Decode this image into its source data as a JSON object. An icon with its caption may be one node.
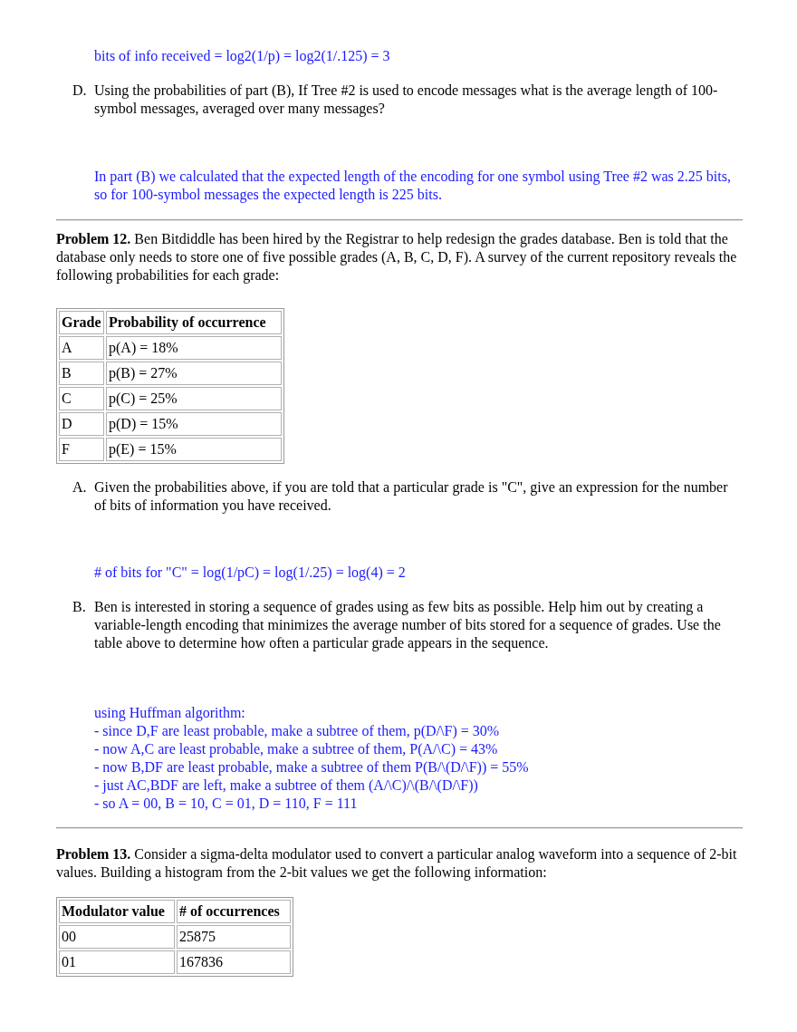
{
  "diagram": {
    "labels": [
      "bits of info received = log2(1/p) = log2(1/.125) = 3",
      "D.",
      "Using the probabilities of part (B), If Tree #2 is used to encode messages what is the average length of 100-symbol messages, averaged over many messages?",
      "In part (B) we calculated that the expected length of the encoding for one symbol using Tree #2 was 2.25 bits, so for 100-symbol messages the expected length is 225 bits.",
      "**Problem 12.** Ben Bitdiddle has been hired by the Registrar to help redesign the grades database. Ben is told that the database only needs to store one of five possible grades (A, B, C, D, F). A survey of the current repository reveals the following probabilities for each grade:",
      "Grade",
      "Probability of occurrence",
      "A",
      "p(A) = 18%",
      "B",
      "p(B) = 27%",
      "C",
      "p(C) = 25%",
      "D",
      "p(D) = 15%",
      "F",
      "p(E) = 15%",
      "A.",
      "Given the probabilities above, if you are told that a particular grade is \"C\", give an expression for the number of bits of information you have received.",
      "# of bits for \"C\" = log(1/pC) = log(1/.25) = log(4) = 2",
      "B.",
      "Ben is interested in storing a sequence of grades using as few bits as possible. Help him out by creating a variable-length encoding that minimizes the average number of bits stored for a sequence of grades. Use the table above to determine how often a particular grade appears in the sequence.",
      "using Huffman algorithm:",
      "- since D,F are least probable, make a subtree of them, p(D/\\F) = 30%",
      "- now A,C are least probable, make a subtree of them, P(A/\\C) = 43%",
      "- now B,DF are least probable, make a subtree of them P(B/\\(D/\\F)) = 55%",
      "- just AC,BDF are left, make a subtree of them (A/\\C)/\\(B/\\(D/\\F))",
      "- so A = 00, B = 10, C = 01, D = 110, F = 111",
      "**Problem 13.** Consider a sigma-delta modulator used to convert a particular analog waveform into a sequence of 2-bit values. Building a histogram from the 2-bit values we get the following information:",
      "Modulator value",
      "# of occurrences",
      "00",
      "25875",
      "01",
      "167836"
    ]
  }
}
